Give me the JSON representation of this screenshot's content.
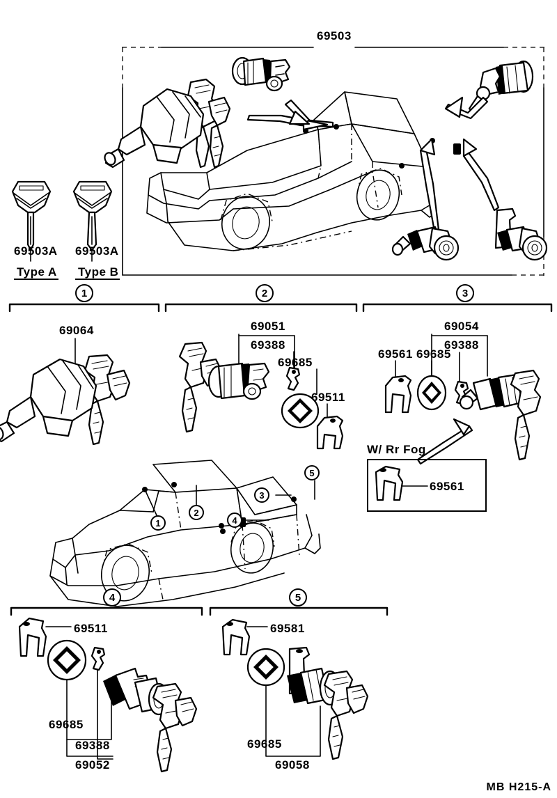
{
  "document": {
    "footer_code": "MB  H215-A",
    "sheet_title": "69503"
  },
  "key_types": [
    {
      "part_no": "69503A",
      "type_label": "Type A"
    },
    {
      "part_no": "69503A",
      "type_label": "Type B"
    }
  ],
  "top_section": {
    "title": "69503",
    "callouts": [
      "1",
      "2",
      "3"
    ]
  },
  "groups": [
    {
      "marker": "1",
      "parts": [
        {
          "part_no": "69064"
        }
      ]
    },
    {
      "marker": "2",
      "parts": [
        {
          "part_no": "69051"
        },
        {
          "part_no": "69388"
        },
        {
          "part_no": "69685"
        },
        {
          "part_no": "69511"
        }
      ]
    },
    {
      "marker": "3",
      "parts": [
        {
          "part_no": "69054"
        },
        {
          "part_no": "69388"
        },
        {
          "part_no": "69561"
        },
        {
          "part_no": "69685"
        }
      ],
      "option_box": {
        "caption": "W/ Rr Fog",
        "part_no": "69561"
      }
    },
    {
      "marker": "4",
      "parts": [
        {
          "part_no": "69511"
        },
        {
          "part_no": "69685"
        },
        {
          "part_no": "69388"
        },
        {
          "part_no": "69052"
        }
      ]
    },
    {
      "marker": "5",
      "parts": [
        {
          "part_no": "69581"
        },
        {
          "part_no": "69685"
        },
        {
          "part_no": "69058"
        }
      ]
    }
  ],
  "vehicle_diagram": {
    "callouts": [
      "1",
      "2",
      "3",
      "4",
      "5"
    ]
  },
  "colors": {
    "ink": "#000000",
    "paper": "#ffffff"
  }
}
